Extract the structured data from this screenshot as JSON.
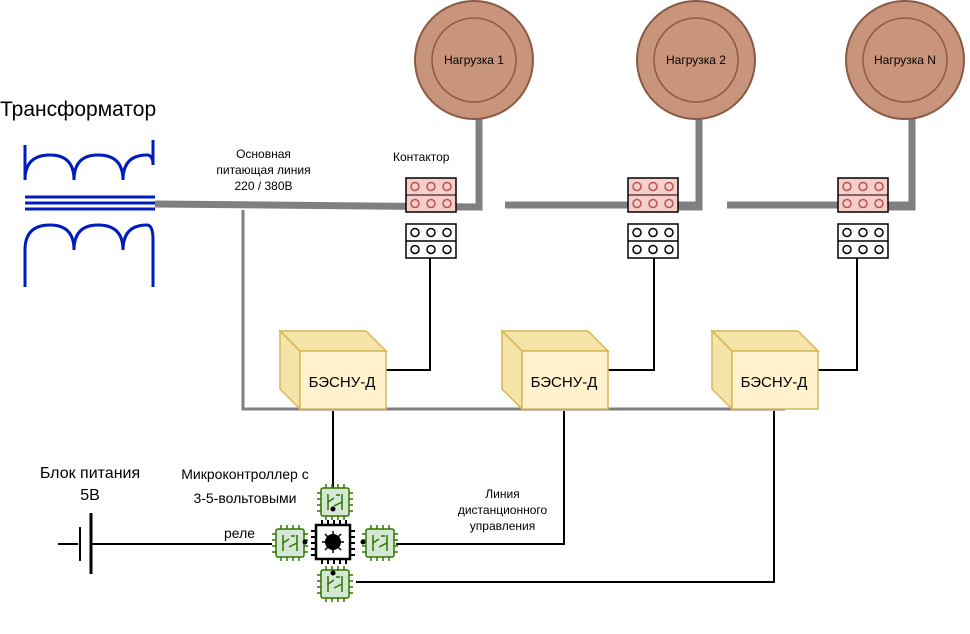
{
  "diagram": {
    "transformer_label": "Трансформатор",
    "main_line_label": [
      "Основная",
      "питающая линия",
      "220 / 380В"
    ],
    "contactor_label": "Контактор",
    "loads": [
      "Нагрузка 1",
      "Нагрузка 2",
      "Нагрузка N"
    ],
    "control_boxes": [
      "БЭСНУ-Д",
      "БЭСНУ-Д",
      "БЭСНУ-Д"
    ],
    "power_supply_label": [
      "Блок питания",
      "5В"
    ],
    "mcu_label": [
      "Микроконтроллер с",
      "3-5-вольтовыми"
    ],
    "mcu_relay_label": "реле",
    "remote_line_label": [
      "Линия",
      "дистанционного",
      "управления"
    ]
  },
  "colors": {
    "load_fill": "#c8957c",
    "load_stroke": "#8a5a44",
    "box_fill": "#fff2cc",
    "box_side": "#f5e3a8",
    "box_stroke": "#d6b656",
    "contactor_top": "#f8cecc",
    "contactor_dot": "#b85450",
    "power_line": "#808080",
    "transformer": "#001dbc",
    "relay_green": "#2d7600",
    "relay_fill": "#d5e8d4"
  }
}
